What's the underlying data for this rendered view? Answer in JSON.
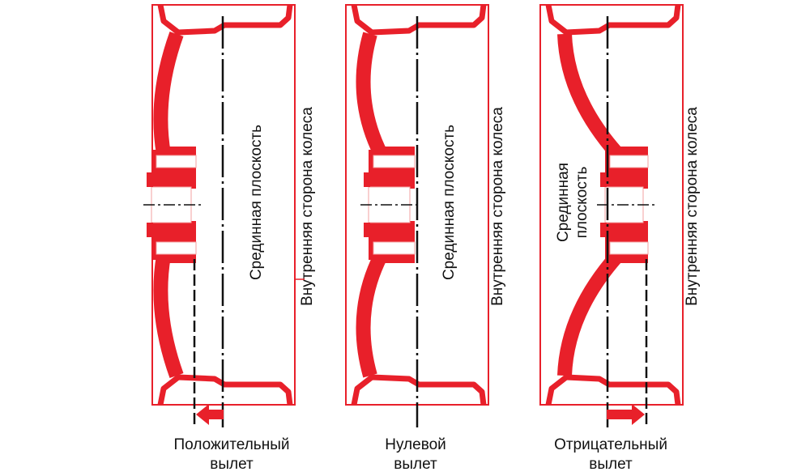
{
  "colors": {
    "wheel": "#e8202a",
    "line": "#111111",
    "background": "#ffffff"
  },
  "wheels": [
    {
      "id": "positive",
      "mid_plane": "Срединная плоскость",
      "inner_side": "Внутренняя сторона колеса",
      "offset_line1": "Положительный",
      "offset_line2": "вылет",
      "arrow_direction": "left"
    },
    {
      "id": "zero",
      "mid_plane": "Срединная плоскость",
      "inner_side": "Внутренняя сторона колеса",
      "offset_line1": "Нулевой",
      "offset_line2": "вылет",
      "arrow_direction": "none"
    },
    {
      "id": "negative",
      "mid_plane_line1": "Срединная",
      "mid_plane_line2": "плоскость",
      "inner_side": "Внутренняя сторона колеса",
      "offset_line1": "Отрицательный",
      "offset_line2": "вылет",
      "arrow_direction": "right"
    }
  ]
}
